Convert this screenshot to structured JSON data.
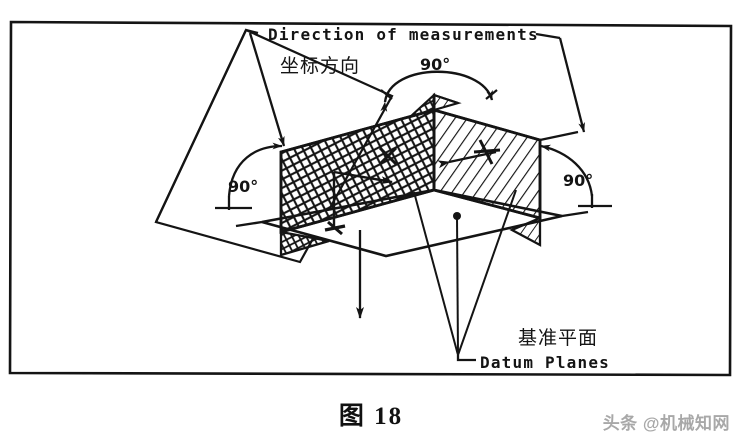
{
  "figure": {
    "caption": "图 18",
    "frame": {
      "visible": true,
      "color": "#141414"
    }
  },
  "watermark": {
    "text": "头条 @机械知网"
  },
  "labels": {
    "direction_en": "Direction of measurements",
    "direction_zh": "坐标方向",
    "datum_zh": "基准平面",
    "datum_en": "Datum Planes",
    "angle_top": "90°",
    "angle_left": "90°",
    "angle_right": "90°"
  },
  "diagram": {
    "type": "technical-drawing",
    "subject": "Two mutually perpendicular datum planes with a horizontal reference plane",
    "planes": [
      {
        "name": "left-vertical-plane",
        "hatch": "cross-hatch",
        "angle_to_partner": 90
      },
      {
        "name": "right-vertical-plane",
        "hatch": "diagonal-hatch",
        "angle_to_partner": 90
      },
      {
        "name": "horizontal-datum-plane",
        "hatch": "none"
      },
      {
        "name": "inclined-background-plane",
        "hatch": "none"
      }
    ],
    "annotations": [
      {
        "id": "angle-top",
        "value": "90°",
        "kind": "arc-dimension"
      },
      {
        "id": "angle-left",
        "value": "90°",
        "kind": "arc-dimension"
      },
      {
        "id": "angle-right",
        "value": "90°",
        "kind": "arc-dimension"
      }
    ],
    "colors": {
      "ink": "#141414",
      "paper": "#ffffff"
    }
  }
}
